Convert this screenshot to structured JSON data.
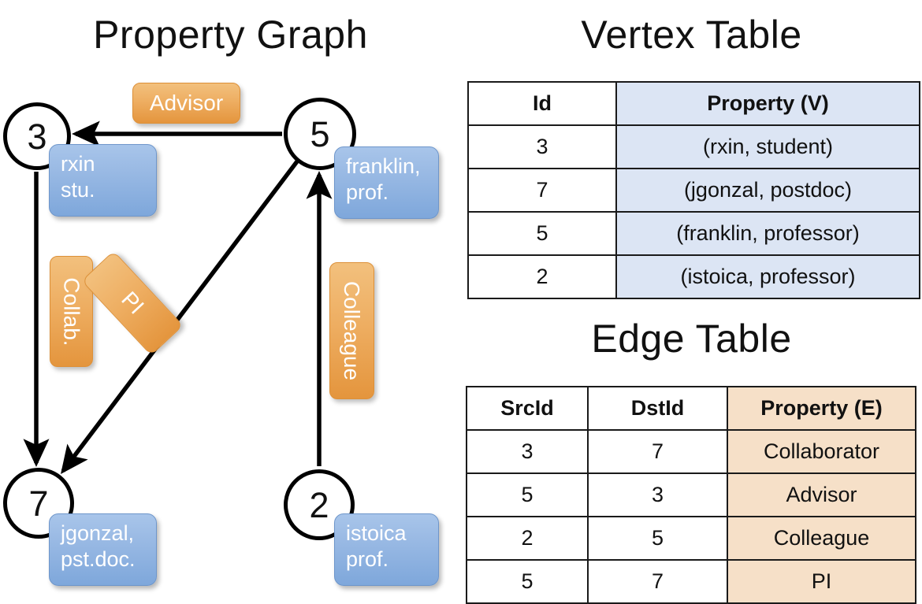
{
  "panels": {
    "graph_title": "Property Graph",
    "vertex_title": "Vertex Table",
    "edge_title": "Edge Table"
  },
  "graph": {
    "nodes": [
      {
        "id": "3",
        "property_line1": "rxin",
        "property_line2": "stu."
      },
      {
        "id": "5",
        "property_line1": "franklin,",
        "property_line2": "prof."
      },
      {
        "id": "7",
        "property_line1": "jgonzal,",
        "property_line2": "pst.doc."
      },
      {
        "id": "2",
        "property_line1": "istoica",
        "property_line2": "prof."
      }
    ],
    "edge_labels": {
      "advisor": "Advisor",
      "collab": "Collab.",
      "pi": "PI",
      "colleague": "Colleague"
    },
    "edges": [
      {
        "src": "5",
        "dst": "3",
        "label": "Advisor"
      },
      {
        "src": "3",
        "dst": "7",
        "label": "Collab."
      },
      {
        "src": "5",
        "dst": "7",
        "label": "PI"
      },
      {
        "src": "2",
        "dst": "5",
        "label": "Colleague"
      }
    ]
  },
  "vertex_table": {
    "headers": [
      "Id",
      "Property (V)"
    ],
    "rows": [
      {
        "id": "3",
        "property": "(rxin, student)"
      },
      {
        "id": "7",
        "property": "(jgonzal, postdoc)"
      },
      {
        "id": "5",
        "property": "(franklin, professor)"
      },
      {
        "id": "2",
        "property": "(istoica, professor)"
      }
    ]
  },
  "edge_table": {
    "headers": [
      "SrcId",
      "DstId",
      "Property (E)"
    ],
    "rows": [
      {
        "src": "3",
        "dst": "7",
        "property": "Collaborator"
      },
      {
        "src": "5",
        "dst": "3",
        "property": "Advisor"
      },
      {
        "src": "2",
        "dst": "5",
        "property": "Colleague"
      },
      {
        "src": "5",
        "dst": "7",
        "property": "PI"
      }
    ]
  },
  "colors": {
    "node_stroke": "#000000",
    "vertex_property_fill": "#dce5f4",
    "edge_property_fill": "#f6e0c8",
    "callout_blue": "#9abae4",
    "callout_orange": "#eeae62",
    "background": "#ffffff"
  }
}
